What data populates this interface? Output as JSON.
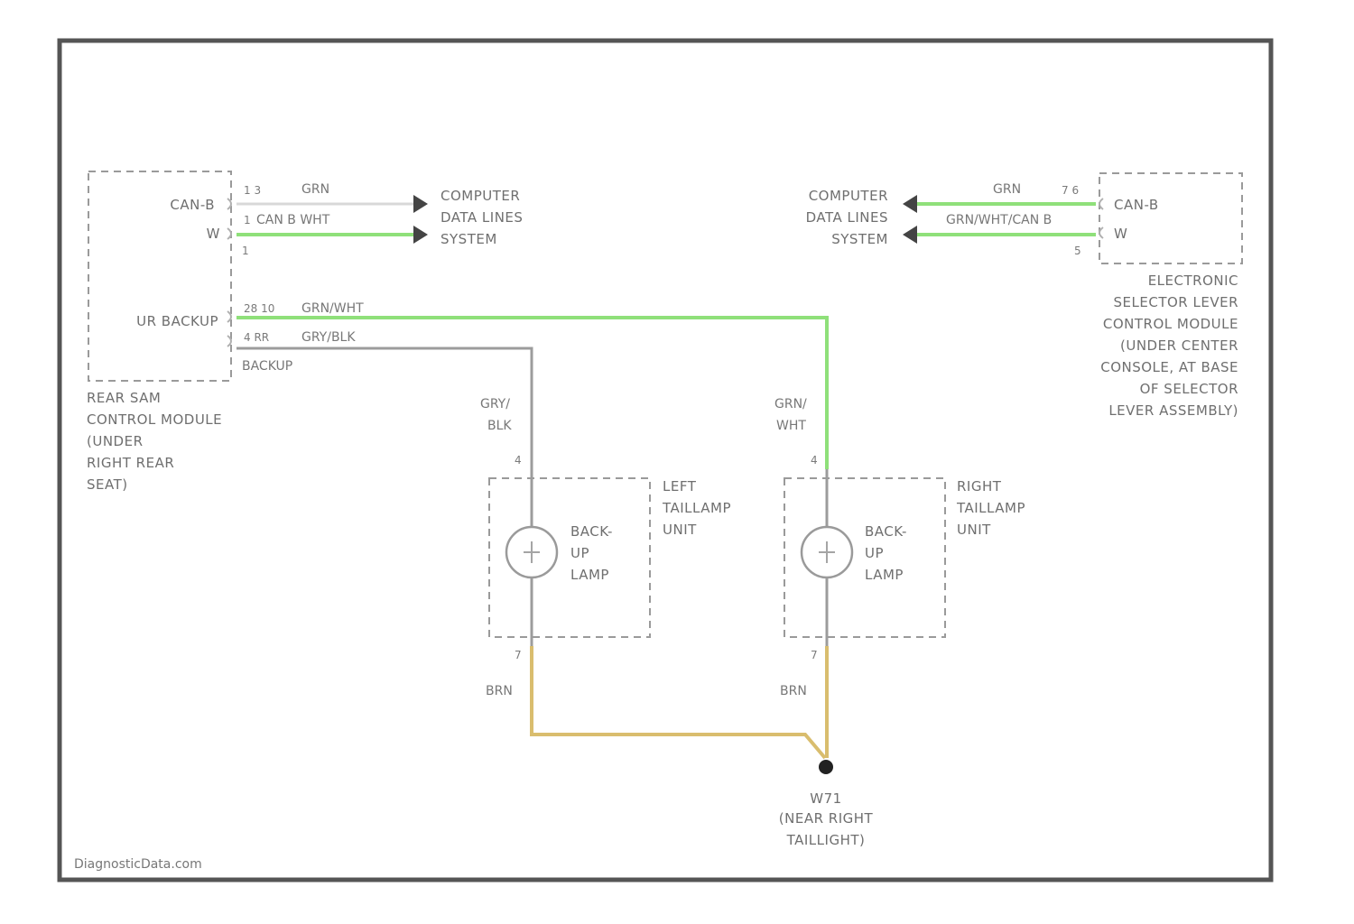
{
  "colors": {
    "wire_green": "#8fe07a",
    "wire_grey": "#9c9c9c",
    "wire_tan": "#d9bd6e",
    "frame": "#555555",
    "text": "#6f6f6f"
  },
  "left_module": {
    "pins": [
      "1 3",
      "1",
      "1",
      "28 10",
      "4 RR"
    ],
    "can_b": "CAN-B",
    "can_b_wire": "GRN",
    "can_b_wire2": "CAN B WHT",
    "w": "W",
    "ur_backup": "UR BACKUP",
    "ur_wire": "GRN/WHT",
    "backup_wire": "GRY/BLK",
    "backup": "BACKUP",
    "name": [
      "REAR SAM",
      "CONTROL MODULE",
      "(UNDER",
      "RIGHT REAR",
      "SEAT)"
    ]
  },
  "data_lines_left": [
    "COMPUTER",
    "DATA LINES",
    "SYSTEM"
  ],
  "data_lines_right": [
    "COMPUTER",
    "DATA LINES",
    "SYSTEM"
  ],
  "right_module": {
    "pins": [
      "7 6",
      "5"
    ],
    "wire1": "GRN",
    "wire2": "GRN/WHT/CAN B",
    "can_b": "CAN-B",
    "w": "W",
    "name": [
      "ELECTRONIC",
      "SELECTOR LEVER",
      "CONTROL MODULE",
      "(UNDER CENTER",
      "CONSOLE, AT BASE",
      "OF SELECTOR",
      "LEVER ASSEMBLY)"
    ]
  },
  "left_lamp": {
    "wire_top": [
      "GRY/",
      "BLK"
    ],
    "pin_top": "4",
    "pin_bottom": "7",
    "lamp": [
      "BACK-",
      "UP",
      "LAMP"
    ],
    "unit": [
      "LEFT",
      "TAILLAMP",
      "UNIT"
    ],
    "wire_bottom": "BRN"
  },
  "right_lamp": {
    "wire_top": [
      "GRN/",
      "WHT"
    ],
    "pin_top": "4",
    "pin_bottom": "7",
    "lamp": [
      "BACK-",
      "UP",
      "LAMP"
    ],
    "unit": [
      "RIGHT",
      "TAILLAMP",
      "UNIT"
    ],
    "wire_bottom": "BRN"
  },
  "ground": [
    "W71",
    "(NEAR RIGHT",
    "TAILLIGHT)"
  ],
  "watermark": "DiagnosticData.com"
}
